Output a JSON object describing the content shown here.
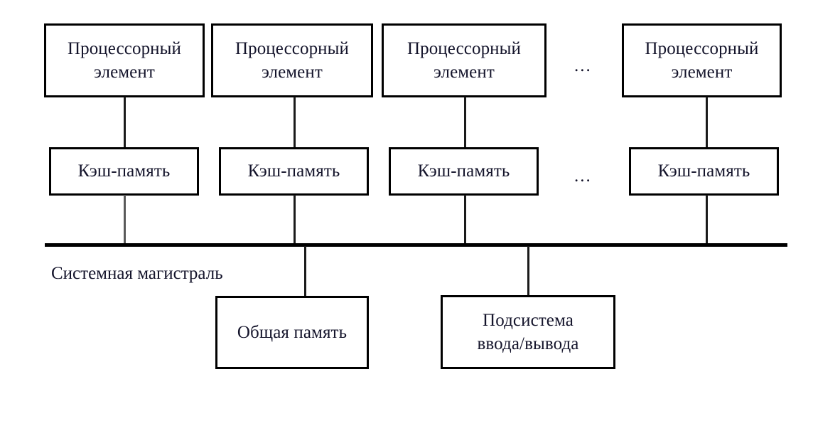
{
  "diagram": {
    "title_text": "Системная магистраль",
    "processor_elements": [
      {
        "line1": "Процессорный",
        "line2": "элемент"
      },
      {
        "line1": "Процессорный",
        "line2": "элемент"
      },
      {
        "line1": "Процессорный",
        "line2": "элемент"
      },
      {
        "line1": "Процессорный",
        "line2": "элемент"
      }
    ],
    "cache_units": [
      {
        "label": "Кэш-память"
      },
      {
        "label": "Кэш-память"
      },
      {
        "label": "Кэш-память"
      },
      {
        "label": "Кэш-память"
      }
    ],
    "ellipsis_top": "...",
    "ellipsis_middle": "...",
    "shared_memory": {
      "label": "Общая память"
    },
    "io_subsystem": {
      "line1": "Подсистема",
      "line2": "ввода/вывода"
    },
    "colors": {
      "stroke": "#000000",
      "text": "#14142b",
      "background": "#ffffff",
      "connector": "#1a1a1a"
    }
  }
}
